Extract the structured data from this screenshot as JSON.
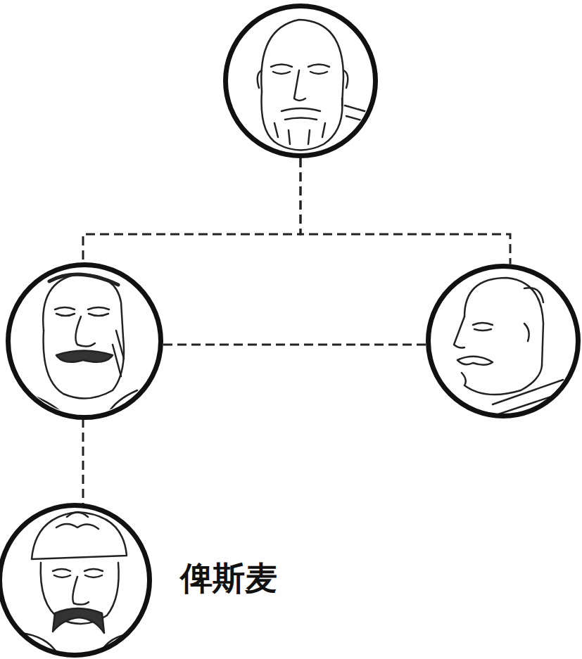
{
  "diagram": {
    "nodes": [
      {
        "text": []
      },
      {
        "text": []
      },
      {
        "text": []
      },
      {
        "text": [
          "俾斯麦"
        ]
      }
    ],
    "edges": [
      {
        "from": 0,
        "to": 1,
        "arrow": "none"
      },
      {
        "from": 0,
        "to": 2,
        "arrow": "none"
      },
      {
        "from": 1,
        "to": 2,
        "arrow": "none"
      },
      {
        "from": 1,
        "to": 3,
        "arrow": "none"
      }
    ]
  }
}
